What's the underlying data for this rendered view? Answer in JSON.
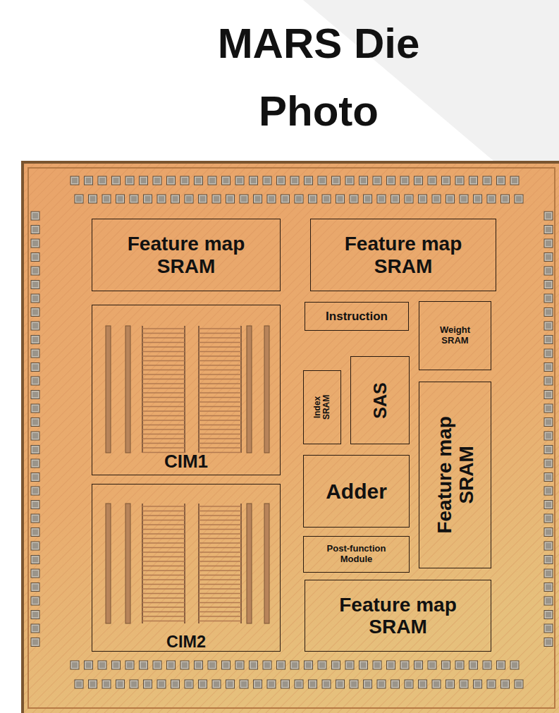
{
  "diagram": {
    "title": "MARS Die Photo",
    "nodes": [
      {
        "text": [
          "Feature map SRAM"
        ]
      },
      {
        "text": [
          "Feature map SRAM"
        ]
      },
      {
        "text": [
          "CIM1"
        ]
      },
      {
        "text": [
          "Instruction"
        ]
      },
      {
        "text": [
          "Weight SRAM"
        ]
      },
      {
        "text": [
          "Index SRAM"
        ]
      },
      {
        "text": [
          "SAS"
        ]
      },
      {
        "text": [
          "Feature map SRAM"
        ]
      },
      {
        "text": [
          "Adder"
        ]
      },
      {
        "text": [
          "Post-function Module"
        ]
      },
      {
        "text": [
          "CIM2"
        ]
      },
      {
        "text": [
          "Feature map SRAM"
        ]
      }
    ]
  }
}
